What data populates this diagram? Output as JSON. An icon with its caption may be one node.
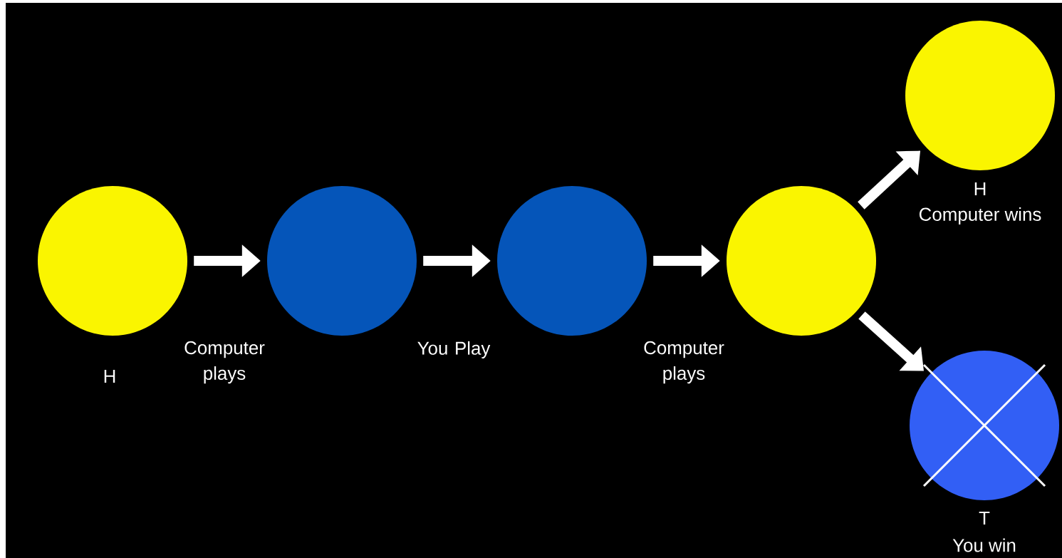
{
  "diagram": {
    "nodes": [
      {
        "text": [],
        "shape": "circle",
        "beside": [
          "H"
        ]
      },
      {
        "text": [],
        "shape": "circle"
      },
      {
        "text": [],
        "shape": "circle"
      },
      {
        "text": [],
        "shape": "circle"
      },
      {
        "text": [],
        "shape": "circle",
        "beside": [
          "H",
          "Computer wins"
        ]
      },
      {
        "text": [],
        "shape": "circle",
        "beside": [
          "T",
          "You win"
        ]
      }
    ],
    "edges": [
      {
        "from": 0,
        "to": 1,
        "arrow": "to",
        "label": "Computer plays"
      },
      {
        "from": 1,
        "to": 2,
        "arrow": "to",
        "label": "You Play"
      },
      {
        "from": 2,
        "to": 3,
        "arrow": "to",
        "label": "Computer plays"
      },
      {
        "from": 3,
        "to": 4,
        "arrow": "to"
      },
      {
        "from": 3,
        "to": 5,
        "arrow": "to"
      }
    ]
  }
}
